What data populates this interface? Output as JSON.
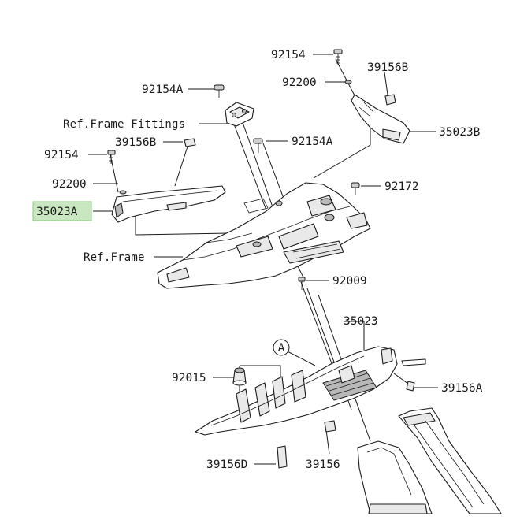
{
  "labels": {
    "p92154_top": "92154",
    "p39156B_top": "39156B",
    "p92200_top": "92200",
    "p35023B": "35023B",
    "p92154A_top": "92154A",
    "ref_frame_fittings": "Ref.Frame Fittings",
    "p92154_left": "92154",
    "p39156B_left": "39156B",
    "p92154A_mid": "92154A",
    "p92200_left": "92200",
    "p92172": "92172",
    "p35023A": "35023A",
    "ref_frame": "Ref.Frame",
    "p92009": "92009",
    "p35023": "35023",
    "callout_A": "A",
    "p92015": "92015",
    "p39156A": "39156A",
    "p39156D": "39156D",
    "p39156": "39156"
  },
  "highlight": {
    "part": "35023A",
    "color": "#c9e8c1"
  }
}
